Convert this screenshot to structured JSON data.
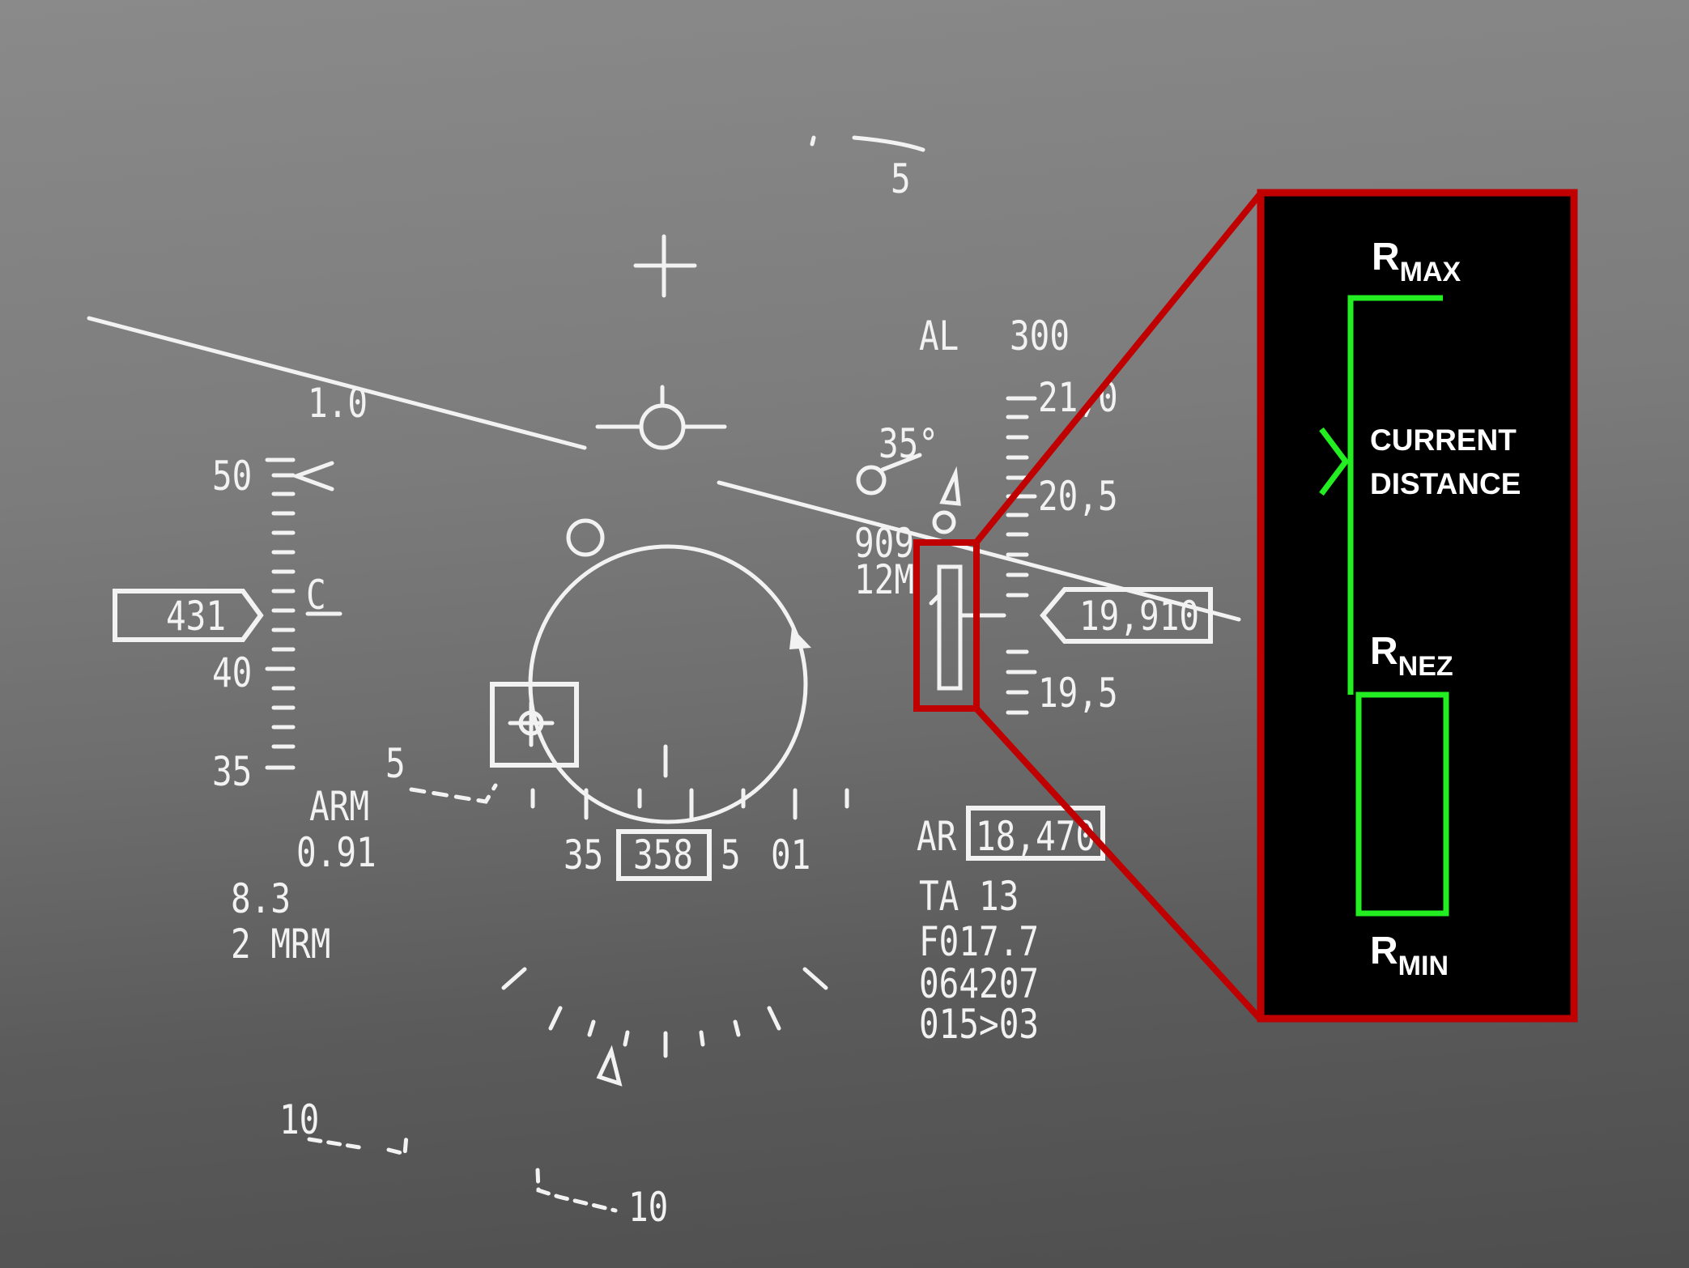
{
  "hud": {
    "bank_scale_label": "5",
    "pitch_ladder_label": "1.0",
    "airspeed": {
      "current": "431",
      "tick_50": "50",
      "tick_40": "40",
      "tick_35": "35",
      "marker": "C"
    },
    "altitude": {
      "low_alt_label": "AL",
      "low_alt_value": "300",
      "current": "19,910",
      "tick_21": "21,0",
      "tick_205": "20,5",
      "tick_195": "19,5"
    },
    "aspect_angle": "35°",
    "target_range_partial_1": "909",
    "target_range_partial_2": "12M",
    "left_block": {
      "status": "ARM",
      "mach": "0.91",
      "g_value": "8.3",
      "weapon": "2 MRM"
    },
    "heading": {
      "left": "35",
      "current": "358",
      "right_partial": "5",
      "right": "01"
    },
    "right_block": {
      "ar_label": "AR",
      "ar_value": "18,470",
      "ta": "TA 13",
      "f_value": "F017.7",
      "time": "064207",
      "waypoint": "015>03"
    },
    "dive_scale": {
      "left": "10",
      "right": "10",
      "offset": "5"
    }
  },
  "inset": {
    "r": "R",
    "rmax_sub": "MAX",
    "current_line1": "CURRENT",
    "current_line2": "DISTANCE",
    "rnez_sub": "NEZ",
    "rmin_sub": "MIN"
  },
  "colors": {
    "hud_symbology": "#f2f2f2",
    "callout_frame": "#c00000",
    "range_bar": "#22ee22",
    "inset_background": "#000000"
  }
}
